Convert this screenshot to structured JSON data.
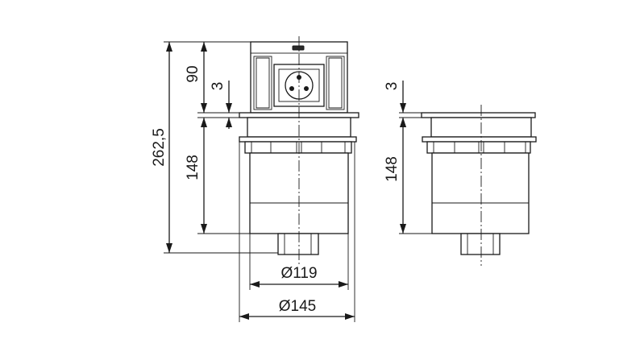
{
  "dimensions": {
    "total_height": "262,5",
    "top_height": "90",
    "lid_thickness_left": "3",
    "body_height_left": "148",
    "lid_thickness_right": "3",
    "body_height_right": "148",
    "inner_diameter": "Ø119",
    "outer_diameter": "Ø145"
  },
  "colors": {
    "line": "#1a1a1a",
    "dark_fill": "#2b2b2b",
    "background": "#ffffff"
  },
  "views": [
    "extended-view",
    "retracted-view"
  ]
}
